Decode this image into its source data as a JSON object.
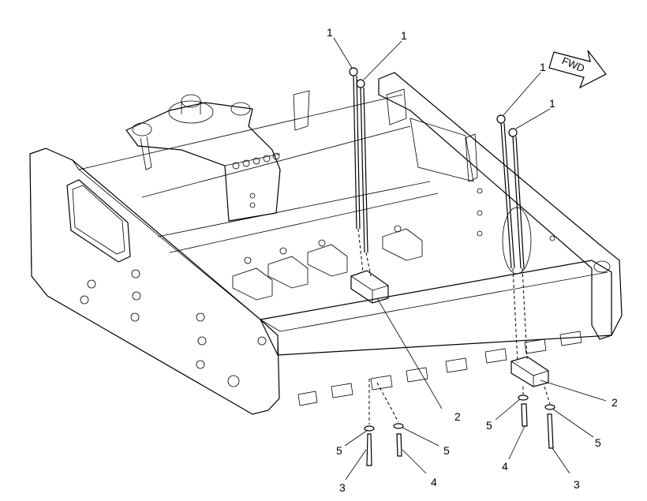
{
  "direction_arrow": {
    "label": "FWD"
  },
  "callouts": {
    "c1a": "1",
    "c1b": "1",
    "c1c": "1",
    "c1d": "1",
    "c2a": "2",
    "c2b": "2",
    "c3a": "3",
    "c3b": "3",
    "c4a": "4",
    "c4b": "4",
    "c5a": "5",
    "c5b": "5",
    "c5c": "5",
    "c5d": "5"
  }
}
